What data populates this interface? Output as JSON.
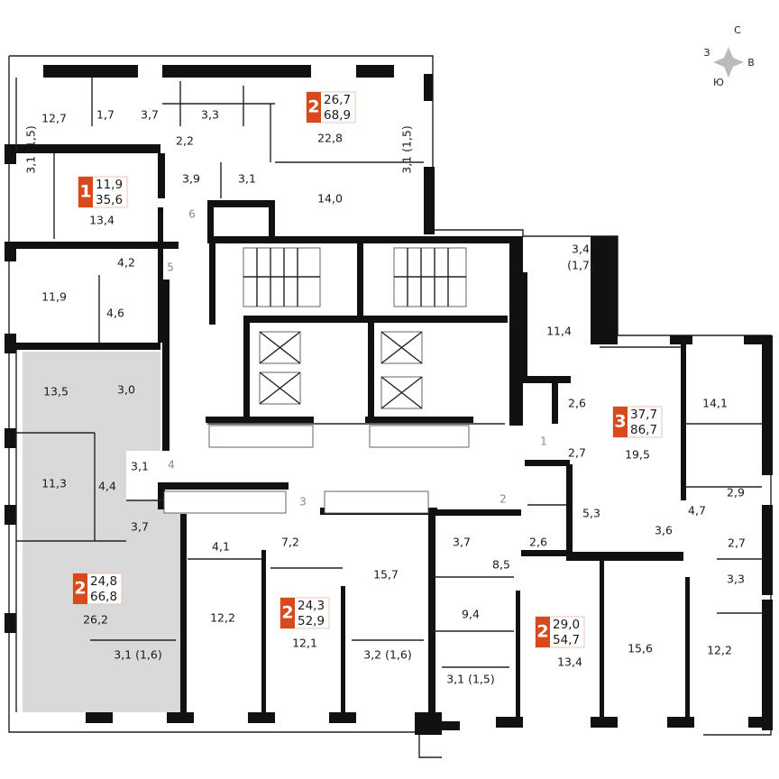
{
  "compass": {
    "north": "С",
    "west": "З",
    "east": "В",
    "south": "Ю"
  },
  "accent_color": "#d84a1b",
  "highlight_color": "#d9d9d9",
  "apartments": [
    {
      "rooms": "2",
      "living": "26,7",
      "total": "68,9"
    },
    {
      "rooms": "1",
      "living": "11,9",
      "total": "35,6"
    },
    {
      "rooms": "2",
      "living": "24,8",
      "total": "66,8",
      "highlighted": true
    },
    {
      "rooms": "2",
      "living": "24,3",
      "total": "52,9"
    },
    {
      "rooms": "3",
      "living": "37,7",
      "total": "86,7"
    },
    {
      "rooms": "2",
      "living": "29,0",
      "total": "54,7"
    }
  ],
  "rooms": {
    "r12_7": "12,7",
    "r1_7": "1,7",
    "r3_7a": "3,7",
    "r3_3a": "3,3",
    "r2_2": "2,2",
    "r22_8": "22,8",
    "r3_1_left": "3,1 (1,5)",
    "r3_1_right": "3,1 (1,5)",
    "r13_4a": "13,4",
    "r3_9": "3,9",
    "r3_1b": "3,1",
    "r14_0": "14,0",
    "r4_2": "4,2",
    "r11_9": "11,9",
    "r4_6": "4,6",
    "r13_5": "13,5",
    "r3_0": "3,0",
    "r11_3": "11,3",
    "r4_4": "4,4",
    "r3_1c": "3,1",
    "r3_7b": "3,7",
    "r26_2": "26,2",
    "r3_1_16": "3,1 (1,6)",
    "r4_1": "4,1",
    "r7_2": "7,2",
    "r12_2a": "12,2",
    "r12_1": "12,1",
    "r15_7": "15,7",
    "r3_2_16": "3,2 (1,6)",
    "r3_4": "3,4",
    "r1_7b": "(1,7)",
    "r11_4": "11,4",
    "r2_6a": "2,6",
    "r19_5": "19,5",
    "r14_1": "14,1",
    "r2_7a": "2,7",
    "r5_3": "5,3",
    "r2_9": "2,9",
    "r4_7": "4,7",
    "r3_7c": "3,7",
    "r2_6b": "2,6",
    "r3_6": "3,6",
    "r2_7b": "2,7",
    "r8_5": "8,5",
    "r3_3b": "3,3",
    "r9_4": "9,4",
    "r13_4b": "13,4",
    "r15_6": "15,6",
    "r12_2b": "12,2",
    "r3_1_15b": "3,1 (1,5)"
  },
  "door_numbers": [
    "1",
    "2",
    "3",
    "4",
    "5",
    "6"
  ]
}
